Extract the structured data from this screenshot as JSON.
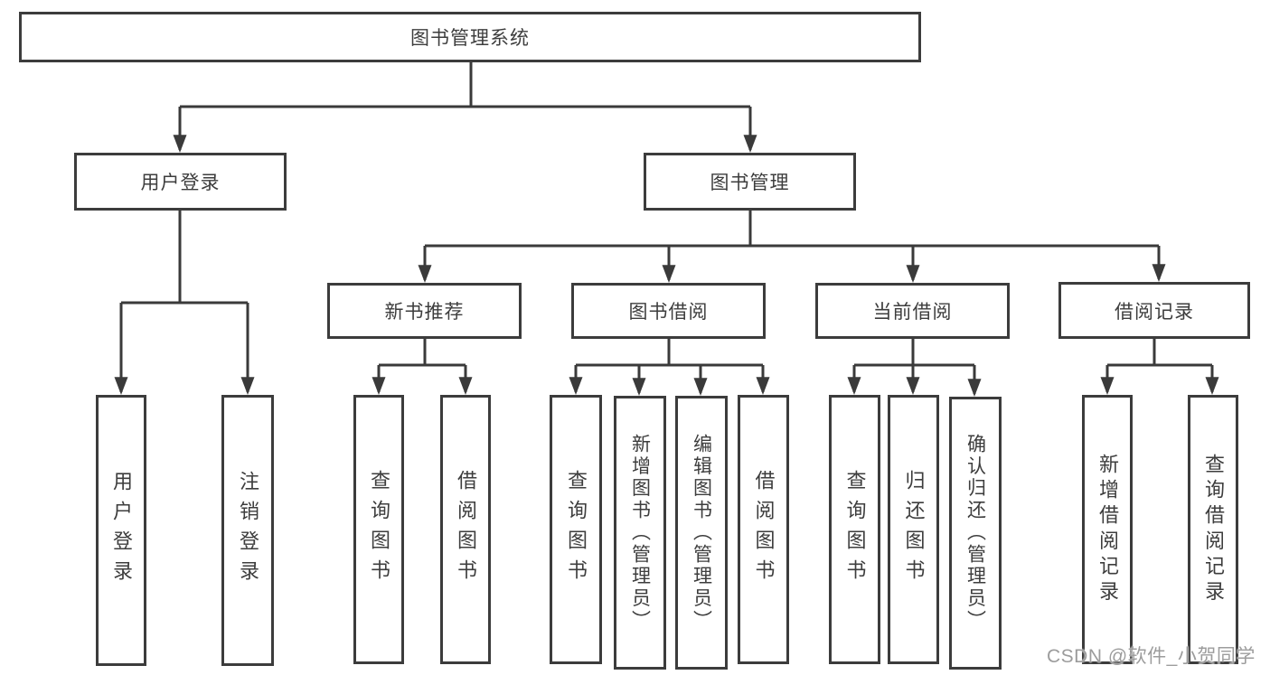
{
  "diagram_title": "图书管理系统",
  "colors": {
    "line": "#3a3a3a",
    "box_border": "#3c3c3c",
    "text": "#3d3d3d",
    "watermark": "#9c9c9c",
    "background": "#ffffff"
  },
  "tree": {
    "label": "图书管理系统",
    "children": [
      {
        "label": "用户登录",
        "children": [
          {
            "label": "用户登录"
          },
          {
            "label": "注销登录"
          }
        ]
      },
      {
        "label": "图书管理",
        "children": [
          {
            "label": "新书推荐",
            "children": [
              {
                "label": "查询图书"
              },
              {
                "label": "借阅图书"
              }
            ]
          },
          {
            "label": "图书借阅",
            "children": [
              {
                "label": "查询图书"
              },
              {
                "label": "新增图书（管理员）"
              },
              {
                "label": "编辑图书（管理员）"
              },
              {
                "label": "借阅图书"
              }
            ]
          },
          {
            "label": "当前借阅",
            "children": [
              {
                "label": "查询图书"
              },
              {
                "label": "归还图书"
              },
              {
                "label": "确认归还（管理员）"
              }
            ]
          },
          {
            "label": "借阅记录",
            "children": [
              {
                "label": "新增借阅记录"
              },
              {
                "label": "查询借阅记录"
              }
            ]
          }
        ]
      }
    ]
  },
  "watermark": "CSDN @软件_小贺同学"
}
